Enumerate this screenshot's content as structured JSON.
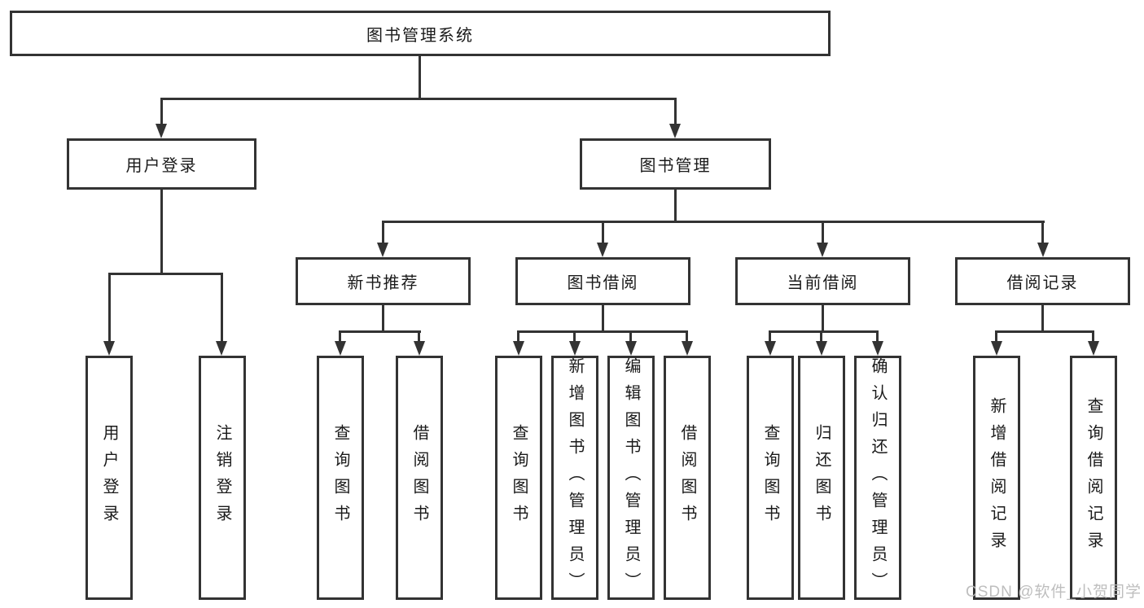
{
  "colors": {
    "line": "#333333",
    "text": "#1a1a1a",
    "box_bg": "#ffffff",
    "watermark": "#b9b9b9"
  },
  "diagram": {
    "root": {
      "label": "图书管理系统"
    },
    "branches": [
      {
        "label": "用户登录",
        "children": [
          {
            "label": "用户登录"
          },
          {
            "label": "注销登录"
          }
        ]
      },
      {
        "label": "图书管理",
        "children": [
          {
            "label": "新书推荐",
            "children": [
              {
                "label": "查询图书"
              },
              {
                "label": "借阅图书"
              }
            ]
          },
          {
            "label": "图书借阅",
            "children": [
              {
                "label": "查询图书"
              },
              {
                "label": "新增图书（管理员）"
              },
              {
                "label": "编辑图书（管理员）"
              },
              {
                "label": "借阅图书"
              }
            ]
          },
          {
            "label": "当前借阅",
            "children": [
              {
                "label": "查询图书"
              },
              {
                "label": "归还图书"
              },
              {
                "label": "确认归还（管理员）"
              }
            ]
          },
          {
            "label": "借阅记录",
            "children": [
              {
                "label": "新增借阅记录"
              },
              {
                "label": "查询借阅记录"
              }
            ]
          }
        ]
      }
    ],
    "watermark": "CSDN @软件_小贺同学"
  }
}
